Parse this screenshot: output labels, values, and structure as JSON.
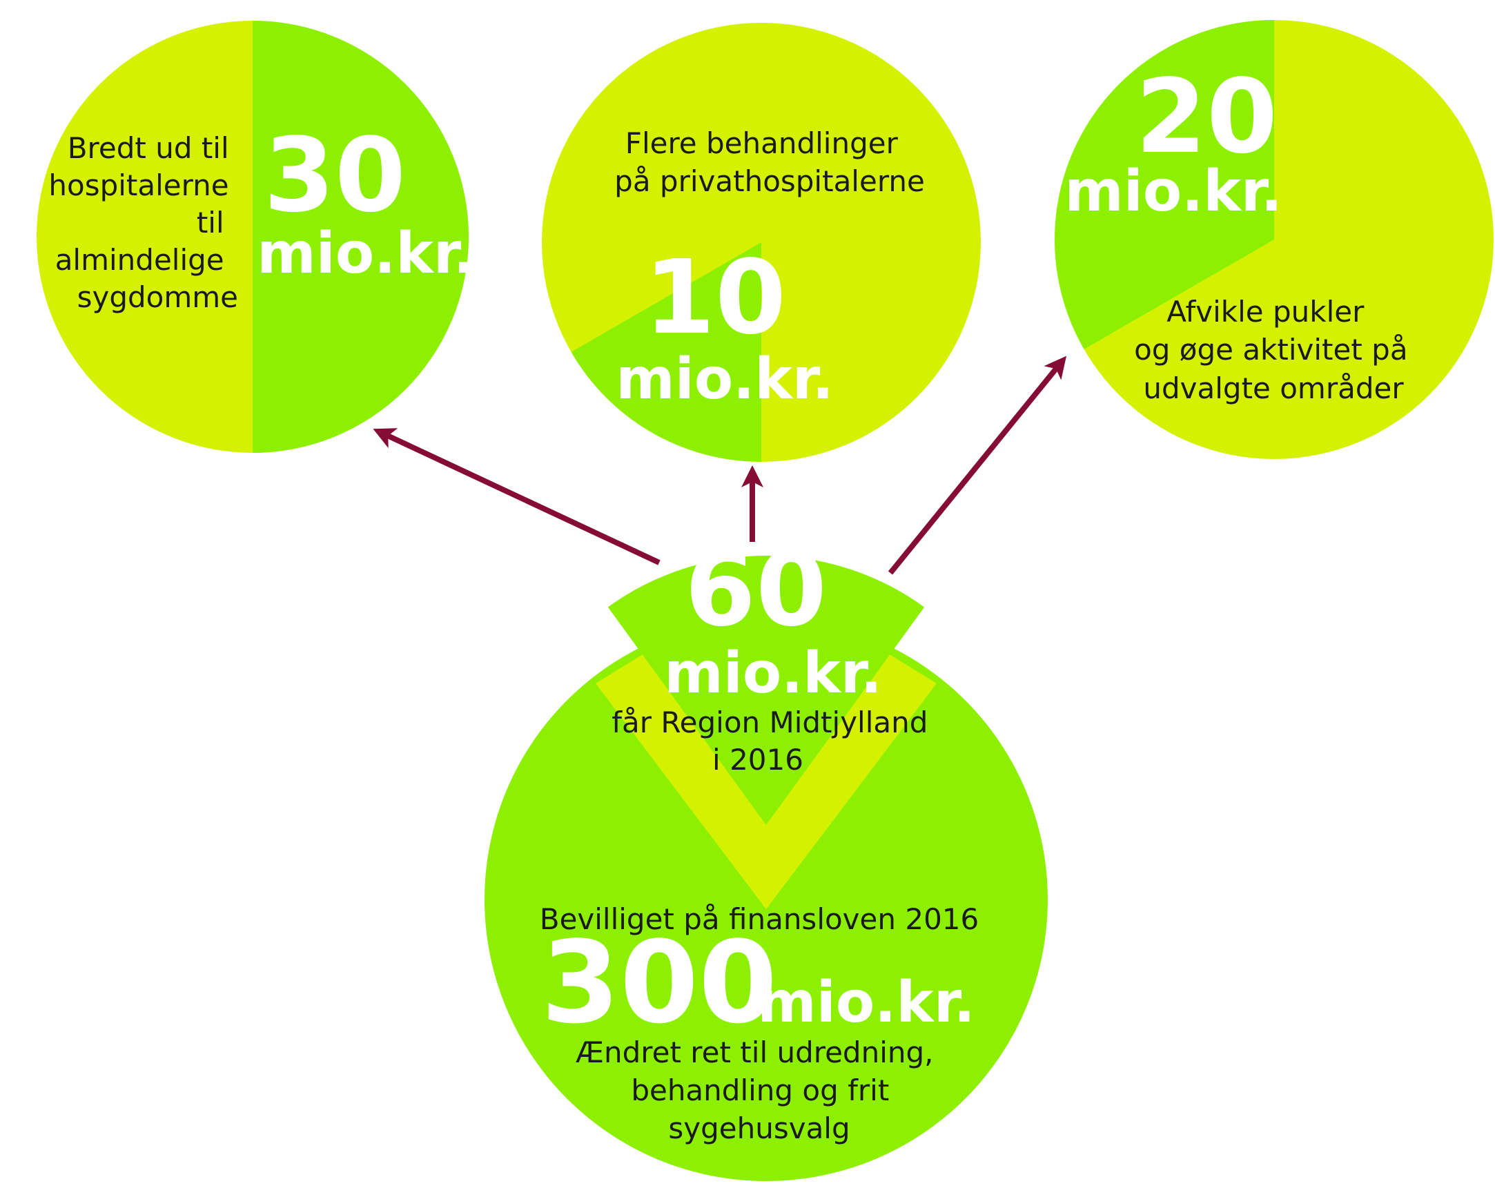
{
  "colors": {
    "light_green": "#d4f200",
    "bright_green": "#8cf000",
    "arrow": "#850d35",
    "number_text": "#ffffff",
    "label_text": "#1a1a1a"
  },
  "total": {
    "label": "Bevilliget på finansloven 2016",
    "number": "300",
    "unit": "mio.kr.",
    "description": [
      "Ændret ret til udredning,",
      "behandling og frit",
      "sygehusvalg"
    ]
  },
  "region": {
    "number": "60",
    "unit": "mio.kr.",
    "description": [
      "får Region Midtjylland",
      "i 2016"
    ],
    "share_of_total": 0.2
  },
  "allocations": [
    {
      "id": "left",
      "number": "30",
      "unit": "mio.kr.",
      "description": [
        "Bredt ud til",
        "hospitalerne",
        "til",
        "almindelige",
        "sygdomme"
      ],
      "share_of_region": 0.5
    },
    {
      "id": "middle",
      "number": "10",
      "unit": "mio.kr.",
      "description": [
        "Flere behandlinger",
        "på privathospitalerne"
      ],
      "share_of_region": 0.1667
    },
    {
      "id": "right",
      "number": "20",
      "unit": "mio.kr.",
      "description": [
        "Afvikle pukler",
        "og øge aktivitet på",
        "udvalgte områder"
      ],
      "share_of_region": 0.3333
    }
  ]
}
